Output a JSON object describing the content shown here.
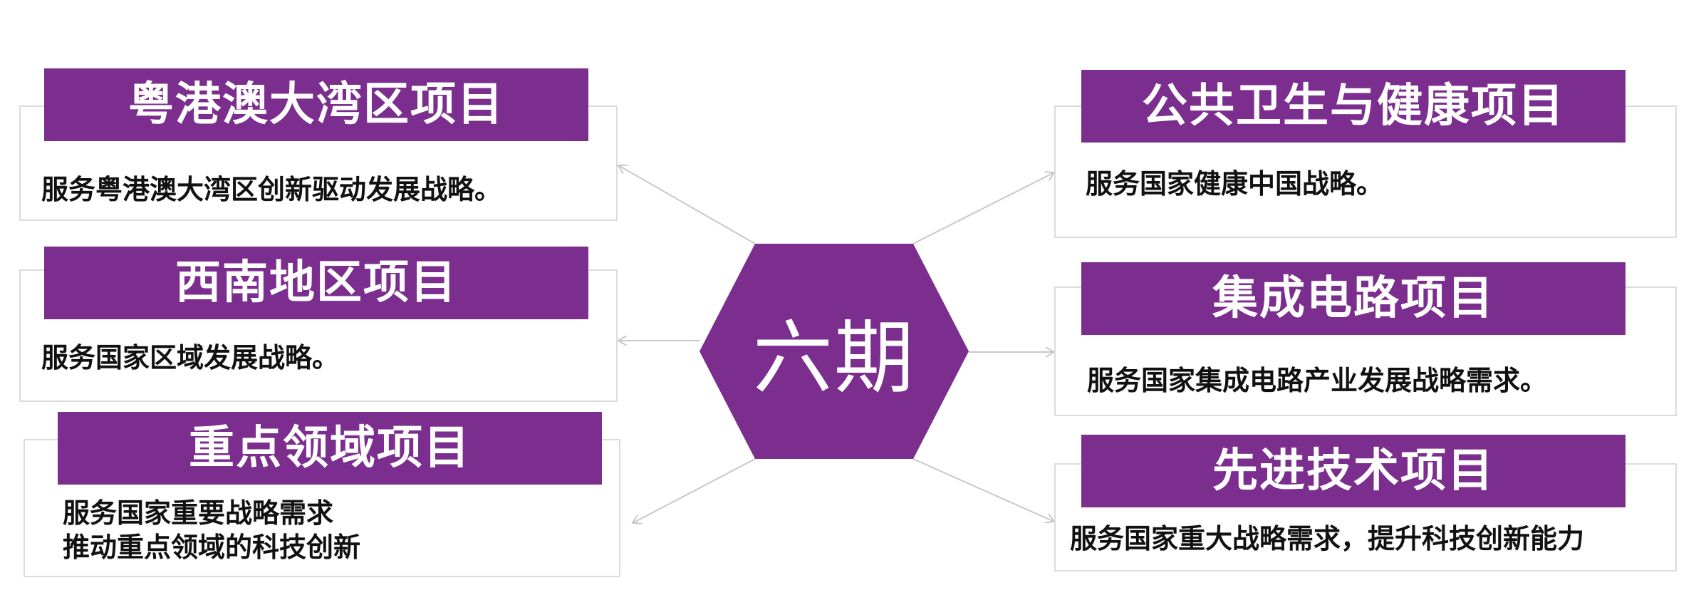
{
  "center": {
    "label": "六期"
  },
  "colors": {
    "banner": "#7b2e8e",
    "hexagon": "#7b2e8e",
    "connector": "#cccccc",
    "border": "#dcdcdc",
    "text": "#111111"
  },
  "projects": [
    {
      "title": "粤港澳大湾区项目",
      "desc": [
        "服务粤港澳大湾区创新驱动发展战略。"
      ]
    },
    {
      "title": "西南地区项目",
      "desc": [
        "服务国家区域发展战略。"
      ]
    },
    {
      "title": "重点领域项目",
      "desc": [
        "服务国家重要战略需求",
        "推动重点领域的科技创新"
      ]
    },
    {
      "title": "公共卫生与健康项目",
      "desc": [
        "服务国家健康中国战略。"
      ]
    },
    {
      "title": "集成电路项目",
      "desc": [
        "服务国家集成电路产业发展战略需求。"
      ]
    },
    {
      "title": "先进技术项目",
      "desc": [
        "服务国家重大战略需求，提升科技创新能力"
      ]
    }
  ]
}
